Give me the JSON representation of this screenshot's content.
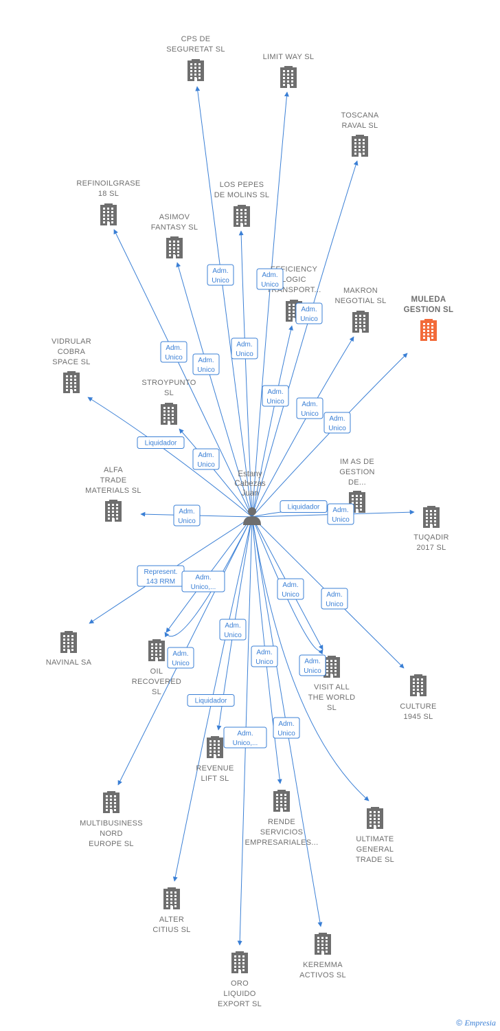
{
  "person": {
    "name_lines": [
      "Estany",
      "Cabezas",
      "Juan"
    ]
  },
  "colors": {
    "edge": "#3a7fd5",
    "building": "#6e6e6e",
    "highlight": "#f26b3a"
  },
  "companies": [
    {
      "id": "cps",
      "lines": [
        "CPS DE",
        "SEGURETAT SL"
      ]
    },
    {
      "id": "limit",
      "lines": [
        "LIMIT WAY  SL"
      ]
    },
    {
      "id": "toscana",
      "lines": [
        "TOSCANA",
        "RAVAL  SL"
      ]
    },
    {
      "id": "refino",
      "lines": [
        "REFINOILGRASE",
        "18  SL"
      ]
    },
    {
      "id": "pepes",
      "lines": [
        "LOS PEPES",
        "DE MOLINS  SL"
      ]
    },
    {
      "id": "asimov",
      "lines": [
        "ASIMOV",
        "FANTASY  SL"
      ]
    },
    {
      "id": "efficiency",
      "lines": [
        "EFFICIENCY",
        "LOGIC",
        "TRANSPORT..."
      ]
    },
    {
      "id": "makron",
      "lines": [
        "MAKRON",
        "NEGOTIAL  SL"
      ]
    },
    {
      "id": "muleda",
      "lines": [
        "MULEDA",
        "GESTION  SL"
      ],
      "highlight": true
    },
    {
      "id": "vidrular",
      "lines": [
        "VIDRULAR",
        "COBRA",
        "SPACE SL"
      ]
    },
    {
      "id": "stroy",
      "lines": [
        "STROYPUNTO",
        "SL"
      ]
    },
    {
      "id": "alfa",
      "lines": [
        "ALFA",
        "TRADE",
        "MATERIALS  SL"
      ]
    },
    {
      "id": "imas",
      "lines": [
        "IM AS DE",
        "GESTION",
        "DE..."
      ]
    },
    {
      "id": "tuqadir",
      "lines": [
        "TUQADIR",
        "2017  SL"
      ]
    },
    {
      "id": "navinal",
      "lines": [
        "NAVINAL SA"
      ]
    },
    {
      "id": "oil",
      "lines": [
        "OIL",
        "RECOVERED",
        "SL"
      ]
    },
    {
      "id": "visit",
      "lines": [
        "VISIT ALL",
        "THE WORLD",
        "SL"
      ]
    },
    {
      "id": "culture",
      "lines": [
        "CULTURE",
        "1945  SL"
      ]
    },
    {
      "id": "revenue",
      "lines": [
        "REVENUE",
        "LIFT  SL"
      ]
    },
    {
      "id": "multi",
      "lines": [
        "MULTIBUSINESS",
        "NORD",
        "EUROPE  SL"
      ]
    },
    {
      "id": "rende",
      "lines": [
        "RENDE",
        "SERVICIOS",
        "EMPRESARIALES..."
      ]
    },
    {
      "id": "ultimate",
      "lines": [
        "ULTIMATE",
        "GENERAL",
        "TRADE  SL"
      ]
    },
    {
      "id": "alter",
      "lines": [
        "ALTER",
        "CITIUS  SL"
      ]
    },
    {
      "id": "oro",
      "lines": [
        "ORO",
        "LIQUIDO",
        "EXPORT  SL"
      ]
    },
    {
      "id": "keremma",
      "lines": [
        "KEREMMA",
        "ACTIVOS  SL"
      ]
    }
  ],
  "relations": [
    {
      "to": "cps",
      "label": [
        "Adm.",
        "Unico"
      ]
    },
    {
      "to": "limit",
      "label": [
        "Adm.",
        "Unico"
      ]
    },
    {
      "to": "toscana",
      "label": [
        "Adm.",
        "Unico"
      ]
    },
    {
      "to": "refino",
      "label": [
        "Adm.",
        "Unico"
      ]
    },
    {
      "to": "pepes",
      "label": [
        "Adm.",
        "Unico"
      ]
    },
    {
      "to": "asimov",
      "label": [
        "Adm.",
        "Unico"
      ]
    },
    {
      "to": "efficiency",
      "label": [
        "Adm.",
        "Unico"
      ]
    },
    {
      "to": "makron",
      "label": [
        "Adm.",
        "Unico"
      ]
    },
    {
      "to": "muleda",
      "label": [
        "Adm.",
        "Unico"
      ]
    },
    {
      "to": "vidrular",
      "label": [
        "Liquidador"
      ]
    },
    {
      "to": "stroy",
      "label": [
        "Adm.",
        "Unico"
      ]
    },
    {
      "to": "alfa",
      "label": [
        "Adm.",
        "Unico"
      ]
    },
    {
      "to": "imas",
      "label": [
        "Liquidador"
      ]
    },
    {
      "to": "tuqadir",
      "label": [
        "Adm.",
        "Unico"
      ]
    },
    {
      "to": "navinal",
      "label": [
        "Represent.",
        "143 RRM"
      ]
    },
    {
      "to": "oil",
      "label": [
        "Adm.",
        "Unico,..."
      ]
    },
    {
      "to": "oil",
      "label": [
        "Adm.",
        "Unico"
      ]
    },
    {
      "to": "visit",
      "label": [
        "Adm.",
        "Unico"
      ]
    },
    {
      "to": "visit",
      "label": [
        "Adm.",
        "Unico"
      ]
    },
    {
      "to": "culture",
      "label": [
        "Adm.",
        "Unico"
      ]
    },
    {
      "to": "revenue",
      "label": [
        "Adm.",
        "Unico"
      ]
    },
    {
      "to": "multi",
      "label": []
    },
    {
      "to": "rende",
      "label": [
        "Adm.",
        "Unico"
      ]
    },
    {
      "to": "ultimate",
      "label": [
        "Adm.",
        "Unico"
      ]
    },
    {
      "to": "alter",
      "label": [
        "Liquidador"
      ]
    },
    {
      "to": "oro",
      "label": [
        "Adm.",
        "Unico,..."
      ]
    },
    {
      "to": "keremma",
      "label": [
        "Adm.",
        "Unico"
      ]
    }
  ],
  "footer": {
    "copyright": "©",
    "brand": "Empresia"
  }
}
